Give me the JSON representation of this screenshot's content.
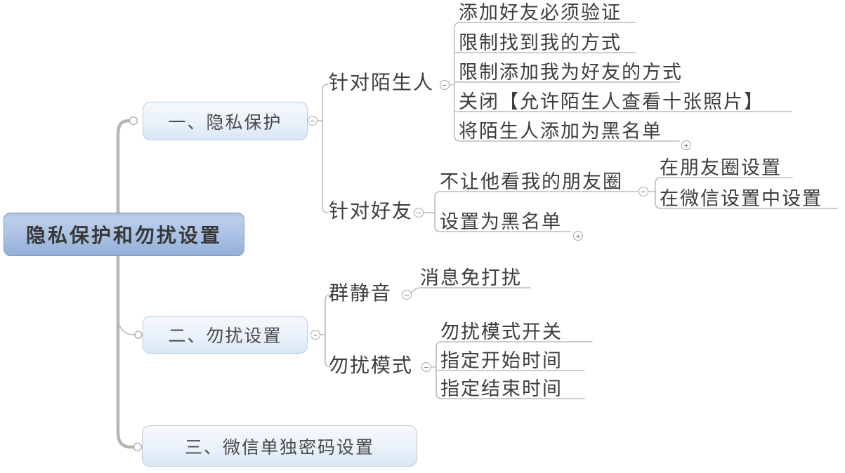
{
  "diagram_type": "mindmap",
  "colors": {
    "root_fill_top": "#b9cbe9",
    "root_fill_bottom": "#93afd8",
    "root_border": "#7f97bf",
    "branch_fill_top": "#f5f9fd",
    "branch_fill_bottom": "#d9e7f5",
    "branch_border": "#b7c9de",
    "connector_line": "#b9b9b9",
    "text": "#3d3d3d",
    "background": "#ffffff"
  },
  "tree": {
    "label": "隐私保护和勿扰设置",
    "children": [
      {
        "label": "一、隐私保护",
        "collapse": "−",
        "children": [
          {
            "label": "针对陌生人",
            "collapse": "−",
            "children": [
              {
                "label": "添加好友必须验证"
              },
              {
                "label": "限制找到我的方式"
              },
              {
                "label": "限制添加我为好友的方式"
              },
              {
                "label": "关闭【允许陌生人查看十张照片】"
              },
              {
                "label": "将陌生人添加为黑名单",
                "collapse": "+"
              }
            ]
          },
          {
            "label": "针对好友",
            "collapse": "−",
            "children": [
              {
                "label": "不让他看我的朋友圈",
                "collapse": "−",
                "children": [
                  {
                    "label": "在朋友圈设置"
                  },
                  {
                    "label": "在微信设置中设置"
                  }
                ]
              },
              {
                "label": "设置为黑名单",
                "collapse": "+"
              }
            ]
          }
        ]
      },
      {
        "label": "二、勿扰设置",
        "collapse": "−",
        "children": [
          {
            "label": "群静音",
            "collapse": "−",
            "children": [
              {
                "label": "消息免打扰"
              }
            ]
          },
          {
            "label": "勿扰模式",
            "collapse": "−",
            "children": [
              {
                "label": "勿扰模式开关"
              },
              {
                "label": "指定开始时间"
              },
              {
                "label": "指定结束时间"
              }
            ]
          }
        ]
      },
      {
        "label": "三、微信单独密码设置"
      }
    ]
  }
}
